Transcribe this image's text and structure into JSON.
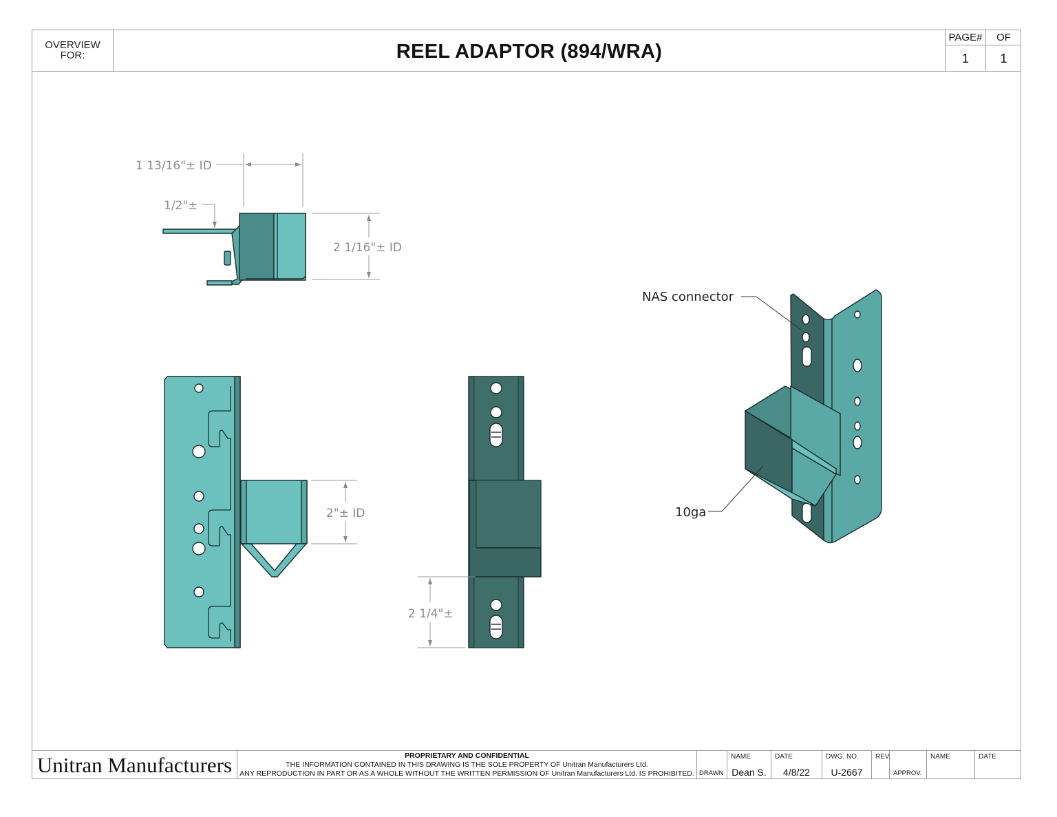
{
  "header": {
    "overview_line1": "OVERVIEW",
    "overview_line2": "FOR:",
    "title": "REEL ADAPTOR (894/WRA)",
    "page_label": "PAGE#",
    "of_label": "OF",
    "page_value": "1",
    "of_value": "1"
  },
  "dimensions": {
    "top_width": "1 13/16\"± ID",
    "top_offset": "1/2\"±",
    "top_height": "2 1/16\"± ID",
    "side_height": "2\"± ID",
    "front_offset": "2 1/4\"±"
  },
  "callouts": {
    "connector": "NAS connector",
    "gauge": "10ga"
  },
  "title_block": {
    "company": "Unitran Manufacturers",
    "prop_title": "PROPRIETARY AND CONFIDENTIAL",
    "prop_line1": "THE INFORMATION CONTAINED IN THIS DRAWING IS THE SOLE PROPERTY OF Unitran Manufacturers Ltd.",
    "prop_line2": "ANY REPRODUCTION IN PART OR AS A WHOLE WITHOUT THE WRITTEN PERMISSION OF Unitran Manufacturers Ltd. IS PROHIBITED.",
    "drawn_label": "DRAWN",
    "name_label": "NAME",
    "name_value": "Dean S.",
    "date_label": "DATE",
    "date_value": "4/8/22",
    "dwg_label": "DWG. NO.",
    "dwg_value": "U-2667",
    "rev_label": "REV.",
    "rev_value": "",
    "approv_label": "APPROV.",
    "approv_name_label": "NAME",
    "approv_date_label": "DATE"
  },
  "colors": {
    "part_light": "#6cc0bd",
    "part_mid": "#5aa9a6",
    "part_dark": "#3a6664",
    "part_darker": "#2f5755"
  }
}
